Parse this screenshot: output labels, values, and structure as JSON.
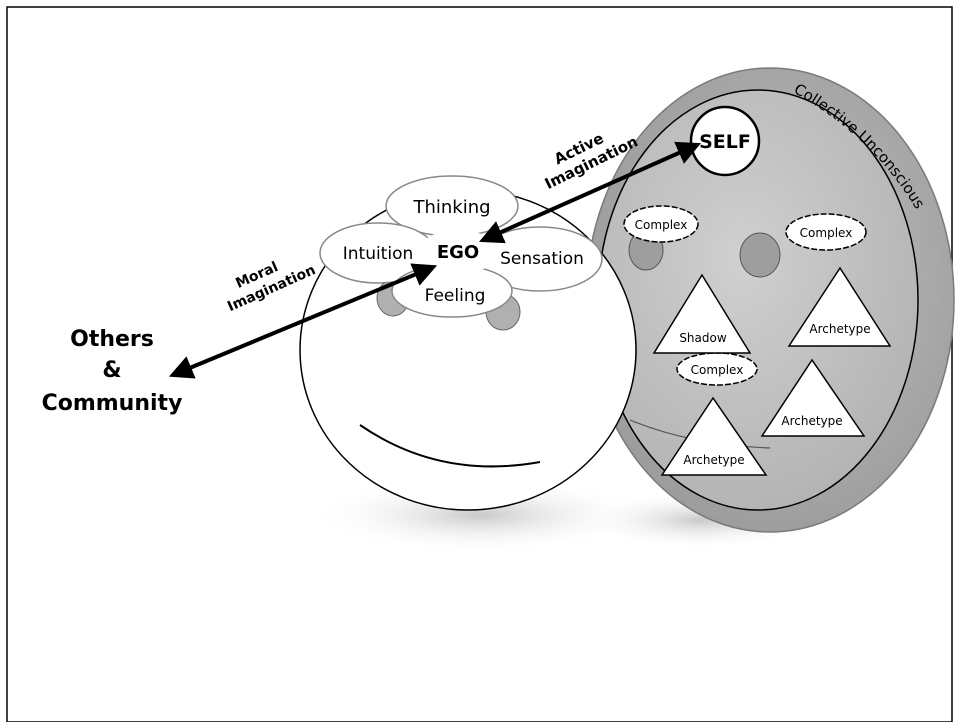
{
  "diagram": {
    "labels": {
      "collective_unconscious": "Collective Unconscious",
      "self": "SELF",
      "active_imagination_line1": "Active",
      "active_imagination_line2": "Imagination",
      "moral_imagination_line1": "Moral",
      "moral_imagination_line2": "Imagination",
      "others_line1": "Others",
      "others_line2": "&",
      "others_line3": "Community",
      "ego": "EGO",
      "thinking": "Thinking",
      "intuition": "Intuition",
      "sensation": "Sensation",
      "feeling": "Feeling",
      "complex_1": "Complex",
      "complex_2": "Complex",
      "complex_3": "Complex",
      "shadow": "Shadow",
      "archetype_1": "Archetype",
      "archetype_2": "Archetype",
      "archetype_3": "Archetype"
    },
    "colors": {
      "outer_disc": "#a9a9a9",
      "inner_disc": "#bdbdbd",
      "face": "#ffffff",
      "eyes": "#b0b0b0",
      "shadow": "#d6d6d6",
      "stroke": "#000000"
    }
  }
}
